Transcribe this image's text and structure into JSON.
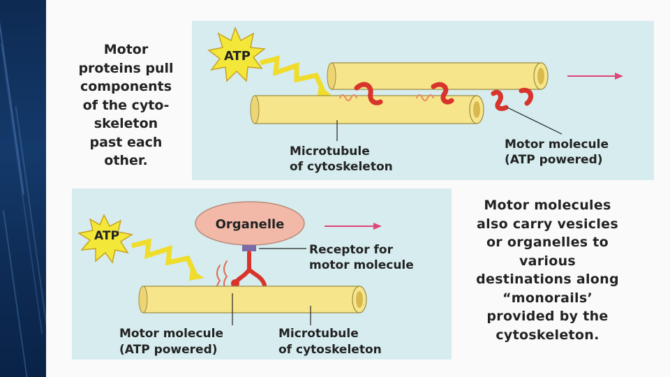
{
  "caption_top": {
    "lines": [
      "Motor",
      "proteins pull",
      "components",
      "of the cyto-",
      "skeleton",
      "past each",
      "other."
    ]
  },
  "caption_bottom": {
    "lines": [
      "Motor molecules",
      "also carry vesicles",
      "or organelles to",
      "various",
      "destinations along",
      "“monorails’",
      "provided by the",
      "cytoskeleton."
    ]
  },
  "diagram_top": {
    "atp_label": "ATP",
    "microtubule_label": [
      "Microtubule",
      "of cytoskeleton"
    ],
    "motor_label": [
      "Motor molecule",
      "(ATP powered)"
    ]
  },
  "diagram_bottom": {
    "atp_label": "ATP",
    "organelle_label": "Organelle",
    "receptor_label": [
      "Receptor for",
      "motor molecule"
    ],
    "motor_label": [
      "Motor molecule",
      "(ATP powered)"
    ],
    "microtubule_label": [
      "Microtubule",
      "of cytoskeleton"
    ]
  },
  "colors": {
    "panel_bg": "#d6ecee",
    "tube_fill": "#f6e58a",
    "motor": "#d8342c",
    "arrow": "#e0457a",
    "atp_burst": "#f3e83a",
    "organelle": "#f2b9a8",
    "receptor": "#7a6aa8"
  }
}
